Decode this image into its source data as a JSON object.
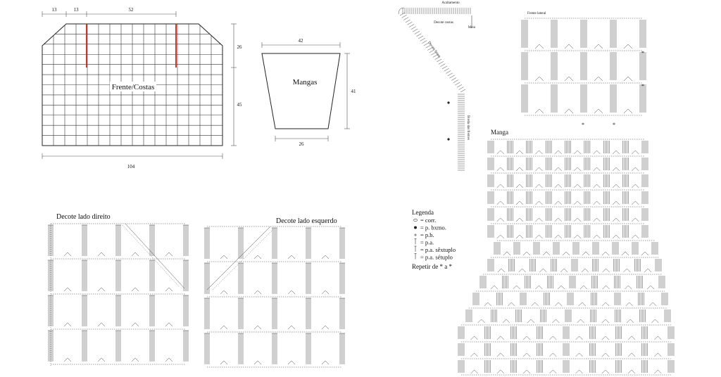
{
  "schematic": {
    "dim_13a": "13",
    "dim_13b": "13",
    "dim_52": "52",
    "dim_26": "26",
    "dim_45": "45",
    "dim_104": "104",
    "body_label": "Frente/Costas"
  },
  "sleeve": {
    "label": "Mangas",
    "dim_top": "42",
    "dim_bottom": "26",
    "dim_height": "41"
  },
  "chart_titles": {
    "neck_right": "Decote lado direito",
    "neck_left": "Decote lado esquerdo",
    "sleeve_chart": "Manga"
  },
  "edge_chart": {
    "finish": "Acabamento",
    "back_neck": "Decote costas",
    "middle": "Meio",
    "front_neck": "Decote frente",
    "front_edge": "Borda das frentes"
  },
  "motif": {
    "label": "Frente lateral",
    "repeat_mark": "*"
  },
  "legend": {
    "title": "Legenda",
    "items": [
      {
        "symbol": "chain-symbol",
        "label": "= corr."
      },
      {
        "symbol": "slip-stitch-symbol",
        "label": "= p. bxmo."
      },
      {
        "symbol": "single-crochet-symbol",
        "label": "= p.b."
      },
      {
        "symbol": "double-crochet-symbol",
        "label": "= p.a."
      },
      {
        "symbol": "six-dc-group-symbol",
        "label": "= p.a. sêxtuplo"
      },
      {
        "symbol": "seven-dc-group-symbol",
        "label": "= p.a. sétuplo"
      }
    ],
    "repeat": "Repetir de * a *"
  },
  "colors": {
    "ink": "#111111",
    "grid": "#333333",
    "accent_red": "#c0392b"
  }
}
